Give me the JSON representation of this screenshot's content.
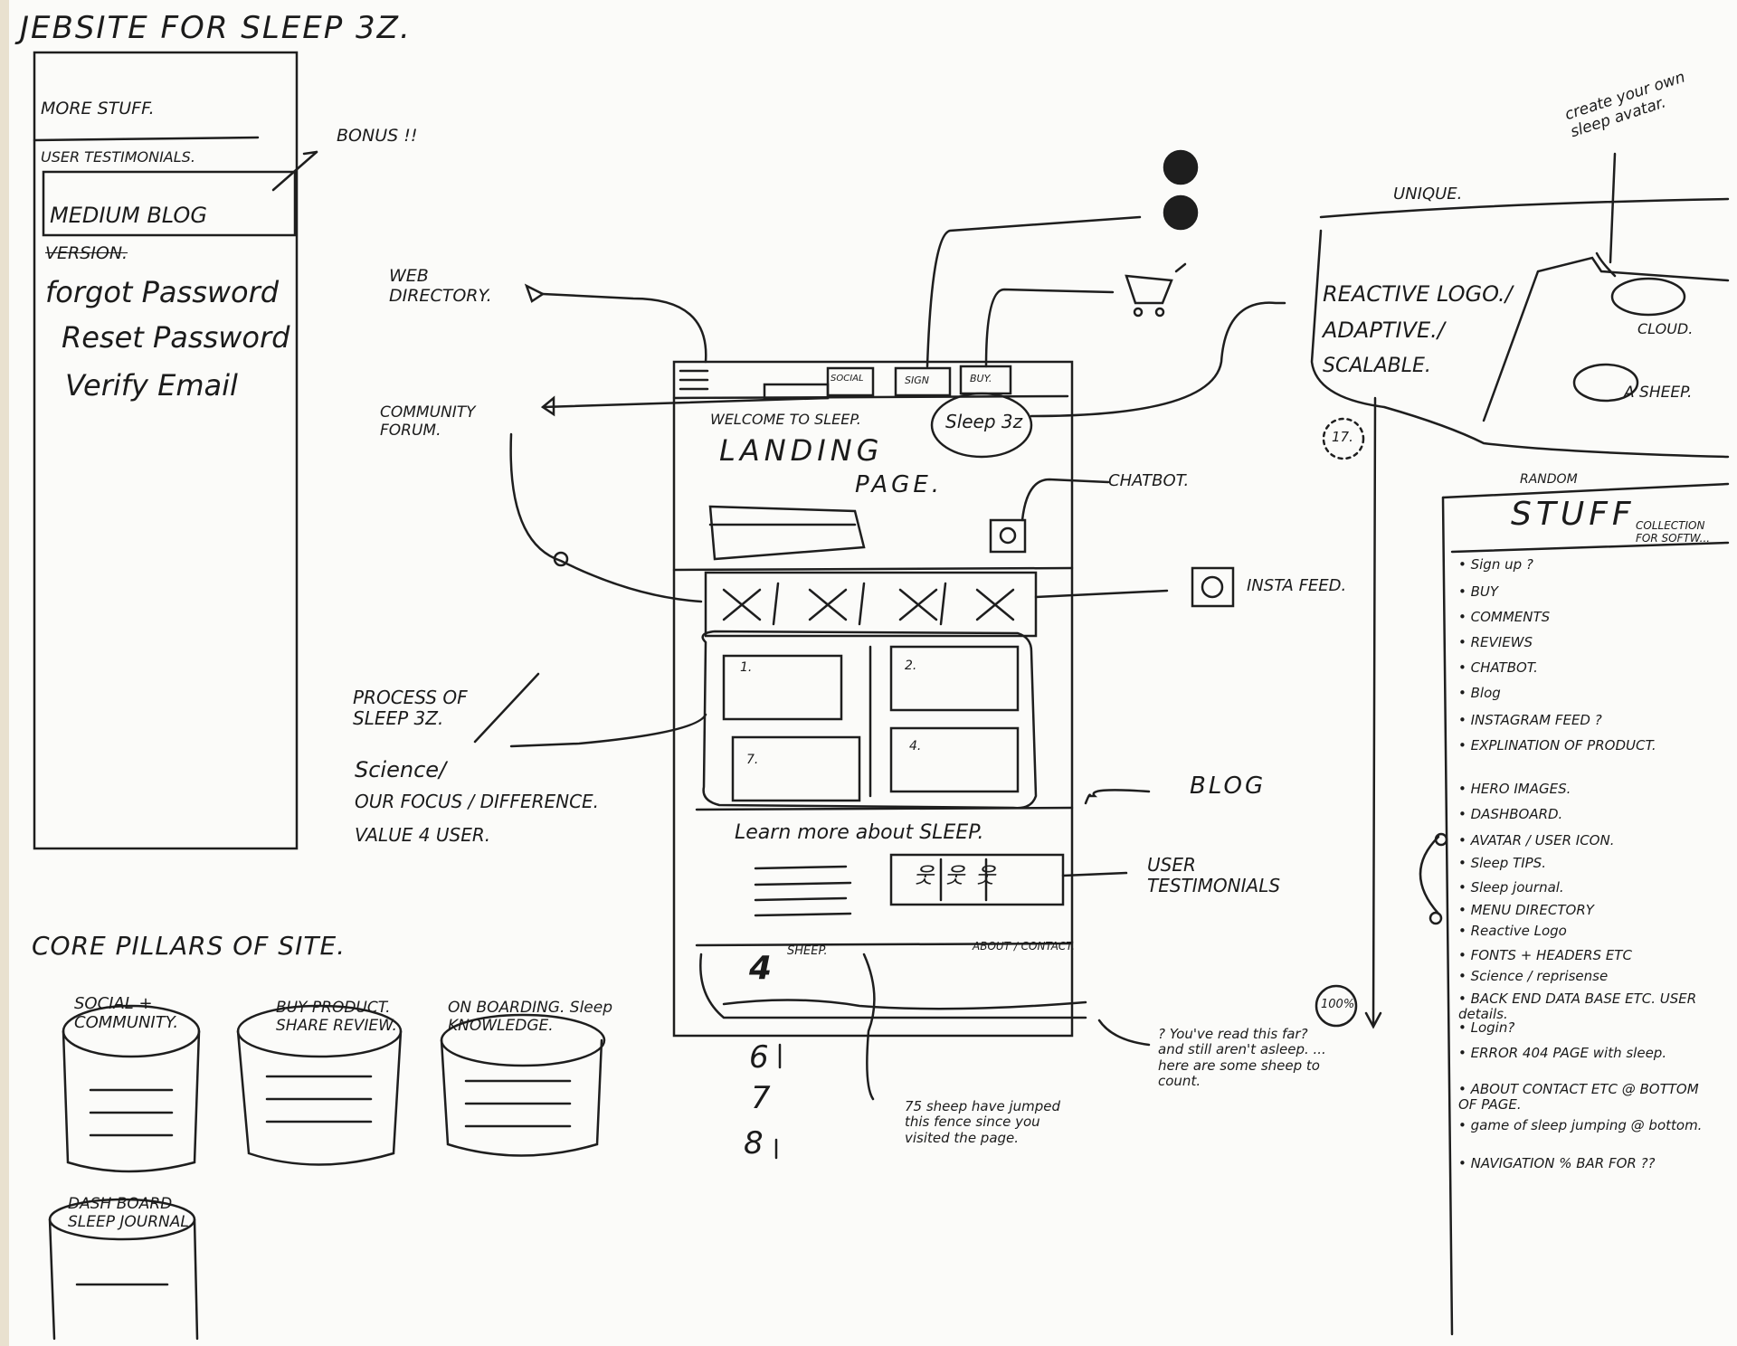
{
  "title": "JEBSITE FOR SLEEP 3Z.",
  "left_panel": {
    "header": "MORE STUFF.",
    "items": [
      "USER TESTIMONIALS.",
      "MEDIUM BLOG",
      "VERSION.",
      "forgot Password",
      "Reset Password",
      "Verify Email"
    ],
    "bonus": "BONUS !!"
  },
  "labels": {
    "web_directory": "WEB DIRECTORY.",
    "community_forum": "COMMUNITY FORUM.",
    "process": [
      "PROCESS OF SLEEP 3Z.",
      "Science/",
      "OUR FOCUS / DIFFERENCE.",
      "VALUE 4 USER."
    ],
    "chatbot": "CHATBOT.",
    "insta_feed": "INSTA FEED.",
    "blog": "BLOG",
    "user_testimonials": "USER TESTIMONIALS",
    "unique": "UNIQUE.",
    "create_avatar": "create your own sleep avatar.",
    "reactive": [
      "REACTIVE LOGO./",
      "ADAPTIVE./",
      "SCALABLE."
    ],
    "cloud": "CLOUD.",
    "a_sheep": "A SHEEP.",
    "badge_17": "17.",
    "badge_100": "100%",
    "footnote_you_read": "? You've read this far? and still aren't asleep. ... here are some sheep to count.",
    "footnote_75": "75 sheep have jumped this fence since you visited the page.",
    "counts": [
      "6",
      "7",
      "8"
    ]
  },
  "wireframe": {
    "nav": [
      "SOCIAL",
      "SIGN",
      "BUY."
    ],
    "welcome": "WELCOME TO SLEEP.",
    "landing": "LANDING",
    "page": "PAGE.",
    "logo": "Sleep 3z",
    "cards": [
      "1.",
      "2.",
      "7.",
      "4."
    ],
    "learn_more": "Learn more about SLEEP.",
    "footer_sheep": "SHEEP.",
    "footer_count": "4",
    "footer_links": "ABOUT / CONTACT."
  },
  "core_pillars": {
    "title": "CORE PILLARS OF SITE.",
    "pillars": [
      "SOCIAL + COMMUNITY.",
      "BUY PRODUCT. SHARE REVIEW.",
      "ON BOARDING. Sleep KNOWLEDGE.",
      "DASH BOARD SLEEP JOURNAL."
    ]
  },
  "random_stuff": {
    "random": "RANDOM",
    "title": "STUFF",
    "collection": "COLLECTION FOR SOFTW...",
    "items": [
      "Sign up ?",
      "BUY",
      "COMMENTS",
      "REVIEWS",
      "CHATBOT.",
      "Blog",
      "INSTAGRAM FEED ?",
      "EXPLINATION OF PRODUCT.",
      "HERO IMAGES.",
      "DASHBOARD.",
      "AVATAR / USER ICON.",
      "Sleep TIPS.",
      "Sleep journal.",
      "MENU DIRECTORY",
      "Reactive Logo",
      "FONTS + HEADERS ETC",
      "Science / reprisense",
      "BACK END DATA BASE ETC. USER details.",
      "Login?",
      "ERROR 404 PAGE with sleep.",
      "ABOUT CONTACT ETC @ BOTTOM OF PAGE.",
      "game of sleep jumping @ bottom.",
      "NAVIGATION % BAR FOR ??"
    ]
  }
}
